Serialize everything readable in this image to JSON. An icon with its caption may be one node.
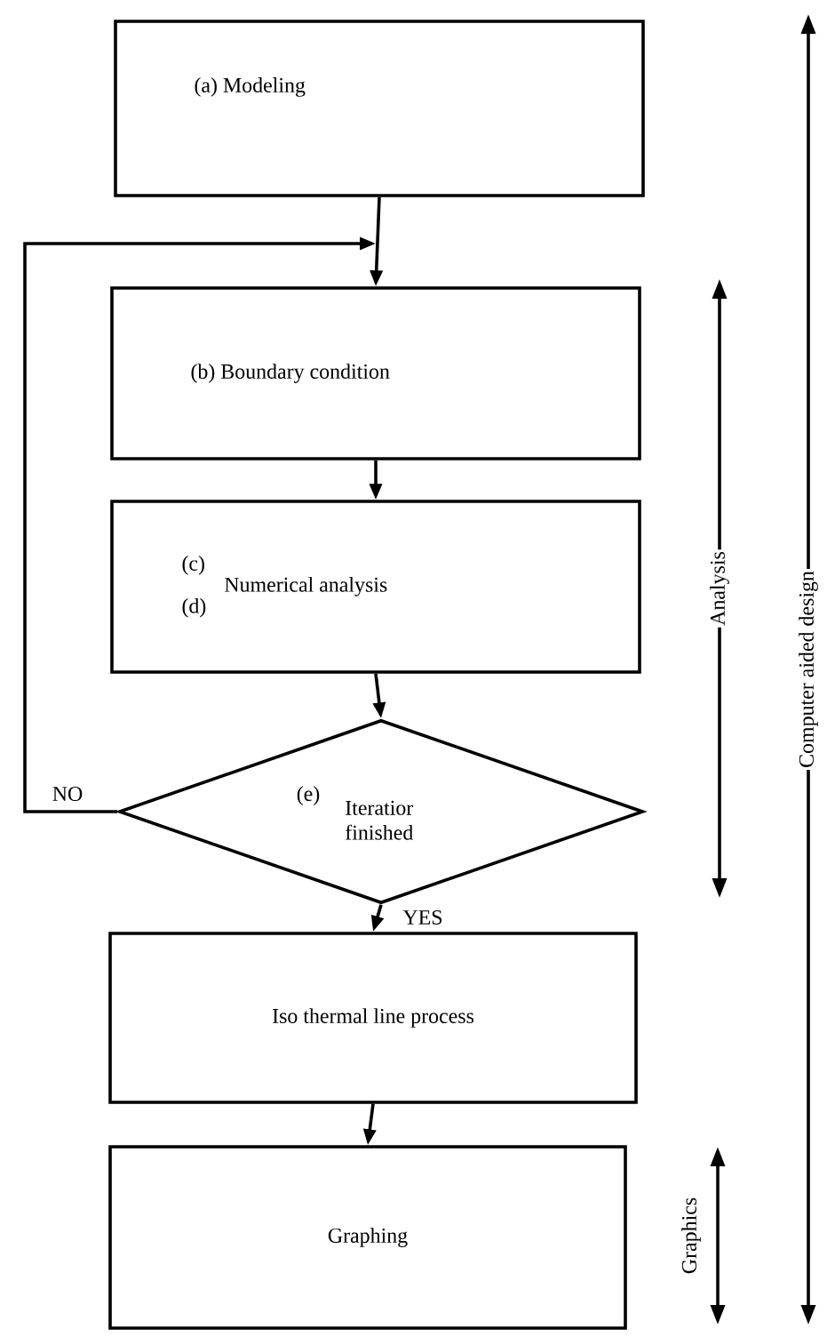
{
  "diagram": {
    "nodes": [
      {
        "text": [
          "(a) Modeling"
        ]
      },
      {
        "text": [
          "(b) Boundary condition"
        ]
      },
      {
        "text": [
          "(c)",
          "Numerical analysis",
          "(d)"
        ]
      },
      {
        "text": [
          "(e)",
          "Iteratior finished"
        ]
      },
      {
        "text": [
          "Iso thermal line process"
        ]
      },
      {
        "text": [
          "Graphing"
        ]
      }
    ],
    "edges": [
      {
        "from": 0,
        "to": 1,
        "arrow": "to"
      },
      {
        "from": 1,
        "to": 2,
        "arrow": "to"
      },
      {
        "from": 2,
        "to": 3,
        "arrow": "to"
      },
      {
        "from": 3,
        "to": 4,
        "arrow": "to",
        "label": "YES"
      },
      {
        "from": 3,
        "to": 1,
        "arrow": "to",
        "label": "NO"
      },
      {
        "from": 4,
        "to": 5,
        "arrow": "to"
      }
    ],
    "labels": [
      "Analysis",
      "Computer aided design",
      "Graphics"
    ]
  }
}
